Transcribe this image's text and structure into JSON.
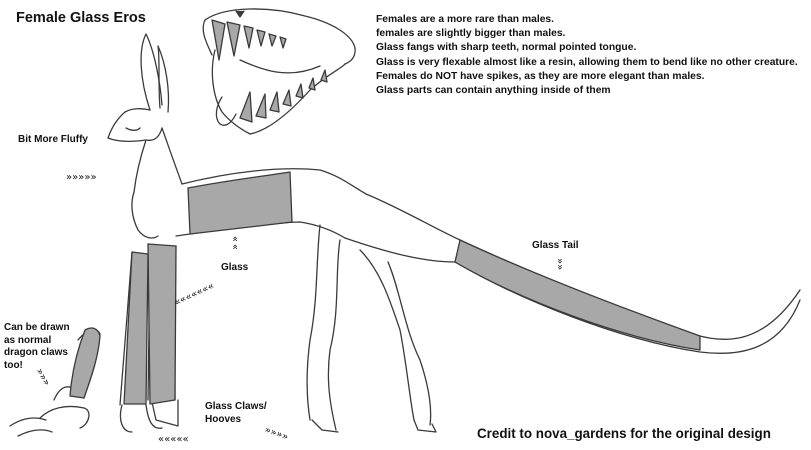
{
  "title": "Female Glass Eros",
  "notes": [
    "Females are a more rare than males.",
    "females are slightly bigger than males.",
    "Glass fangs with sharp teeth, normal pointed tongue.",
    "Glass is very flexable almost like a resin, allowing them to bend like no other creature.",
    "Females do NOT have spikes, as they are more elegant than males.",
    "Glass parts can contain anything inside of them"
  ],
  "labels": {
    "fluffy": "Bit More Fluffy",
    "glass": "Glass",
    "glass_tail": "Glass Tail",
    "claws_1": "Can be drawn",
    "claws_2": "as normal",
    "claws_3": "dragon claws",
    "claws_4": "too!",
    "hooves_1": "Glass Claws/",
    "hooves_2": "Hooves"
  },
  "credit": "Credit to nova_gardens for the original design",
  "colors": {
    "line": "#3a3a3a",
    "glass": "#a8a8a8",
    "glass_dark": "#8e8e8e",
    "background": "#ffffff"
  }
}
